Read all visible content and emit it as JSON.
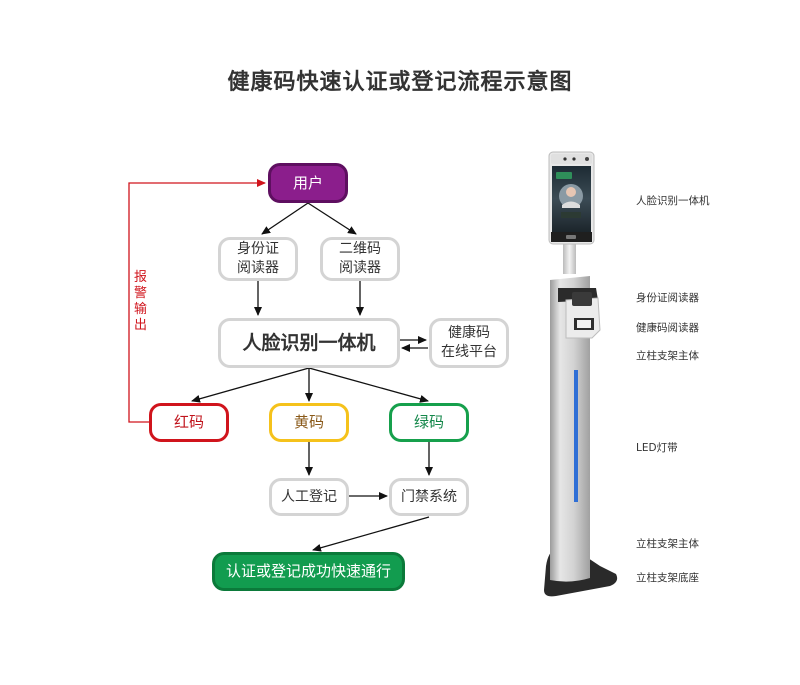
{
  "title": "健康码快速认证或登记流程示意图",
  "flowchart": {
    "user": "用户",
    "id_reader": "身份证阅读器",
    "id_reader_lines": [
      "身份证",
      "阅读器"
    ],
    "qr_reader_lines": [
      "二维码",
      "阅读器"
    ],
    "face_terminal": "人脸识别一体机",
    "platform_lines": [
      "健康码",
      "在线平台"
    ],
    "red_code": "红码",
    "yellow_code": "黄码",
    "green_code": "绿码",
    "manual_registration": "人工登记",
    "access_control": "门禁系统",
    "success": "认证或登记成功快速通行",
    "alarm_output_chars": [
      "报",
      "警",
      "输",
      "出"
    ]
  },
  "device_labels": [
    "人脸识别一体机",
    "身份证阅读器",
    "健康码阅读器",
    "立柱支架主体",
    "LED灯带",
    "立柱支架主体",
    "立柱支架底座"
  ],
  "colors": {
    "user": "#8b1e8c",
    "red": "#d0141c",
    "yellow": "#f5c21b",
    "green": "#16a04c",
    "final": "#129c4f",
    "led": "#2f6fd6"
  }
}
